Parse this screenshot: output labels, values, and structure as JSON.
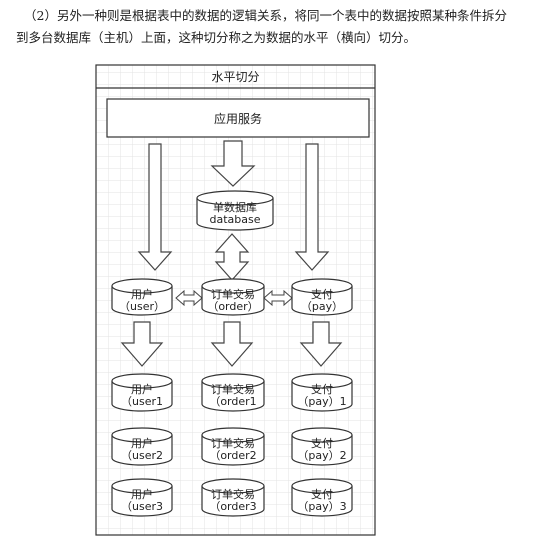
{
  "intro": {
    "line1": "（2）另外一种则是根据表中的数据的逻辑关系，将同一个表中的数据按照某种条件拆分",
    "line2": "到多台数据库（主机）上面，这种切分称之为数据的水平（横向）切分。"
  },
  "diagram": {
    "title": "水平切分",
    "app_service": "应用服务",
    "single_db": {
      "name": "单数据库",
      "sub": "database"
    },
    "tables": [
      {
        "name": "用户",
        "sub": "（user）"
      },
      {
        "name": "订单交易",
        "sub": "（order）"
      },
      {
        "name": "支付",
        "sub": "（pay）"
      }
    ],
    "shards": [
      [
        {
          "name": "用户",
          "sub": "（user1"
        },
        {
          "name": "用户",
          "sub": "（user2"
        },
        {
          "name": "用户",
          "sub": "（user3"
        }
      ],
      [
        {
          "name": "订单交易",
          "sub": "（order1"
        },
        {
          "name": "订单交易",
          "sub": "（order2"
        },
        {
          "name": "订单交易",
          "sub": "（order3"
        }
      ],
      [
        {
          "name": "支付",
          "sub": "（pay）1"
        },
        {
          "name": "支付",
          "sub": "（pay）2"
        },
        {
          "name": "支付",
          "sub": "（pay）3"
        }
      ]
    ]
  }
}
